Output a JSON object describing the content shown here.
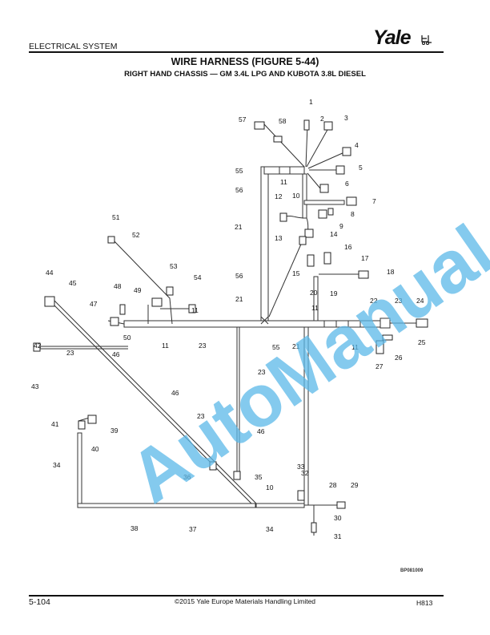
{
  "header": {
    "section": "ELECTRICAL SYSTEM",
    "logo": "Yale",
    "title": "WIRE HARNESS (FIGURE 5-44)",
    "subtitle": "RIGHT HAND CHASSIS — GM 3.4L LPG AND KUBOTA 3.8L DIESEL"
  },
  "diagram": {
    "watermark": "AutoManual",
    "watermark_color": "#5bb8e8",
    "figure_code": "BP081009",
    "callouts": [
      "1",
      "2",
      "3",
      "4",
      "5",
      "6",
      "7",
      "8",
      "9",
      "10",
      "11",
      "12",
      "13",
      "14",
      "15",
      "16",
      "17",
      "18",
      "19",
      "20",
      "21",
      "22",
      "23",
      "24",
      "25",
      "26",
      "27",
      "28",
      "29",
      "30",
      "31",
      "32",
      "33",
      "34",
      "35",
      "36",
      "37",
      "38",
      "39",
      "40",
      "41",
      "42",
      "43",
      "44",
      "45",
      "46",
      "47",
      "48",
      "49",
      "50",
      "51",
      "52",
      "53",
      "54",
      "55",
      "56",
      "57",
      "58",
      "11",
      "11",
      "11",
      "11",
      "21",
      "21",
      "23",
      "23",
      "23",
      "23",
      "46",
      "46",
      "56",
      "55",
      "34",
      "10"
    ]
  },
  "footer": {
    "page": "5-104",
    "copyright": "©2015 Yale Europe Materials Handling Limited",
    "model": "H813"
  }
}
